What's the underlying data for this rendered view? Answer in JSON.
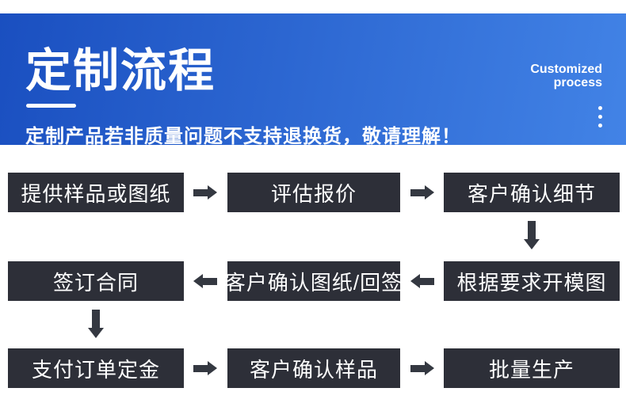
{
  "colors": {
    "banner_start": "#1a4fc0",
    "banner_end": "#4283e6",
    "box_bg": "#2d2f38",
    "arrow": "#343841"
  },
  "banner": {
    "title": "定制流程",
    "subtitle": "定制产品若非质量问题不支持退换货，敬请理解！",
    "en_line1": "Customized",
    "en_line2": "process"
  },
  "flow": {
    "rows": [
      {
        "direction": "right",
        "boxes": [
          "提供样品或图纸",
          "评估报价",
          "客户确认细节"
        ]
      },
      {
        "direction": "left",
        "boxes": [
          "签订合同",
          "客户确认图纸/回签",
          "根据要求开模图"
        ]
      },
      {
        "direction": "right",
        "boxes": [
          "支付订单定金",
          "客户确认样品",
          "批量生产"
        ]
      }
    ]
  }
}
